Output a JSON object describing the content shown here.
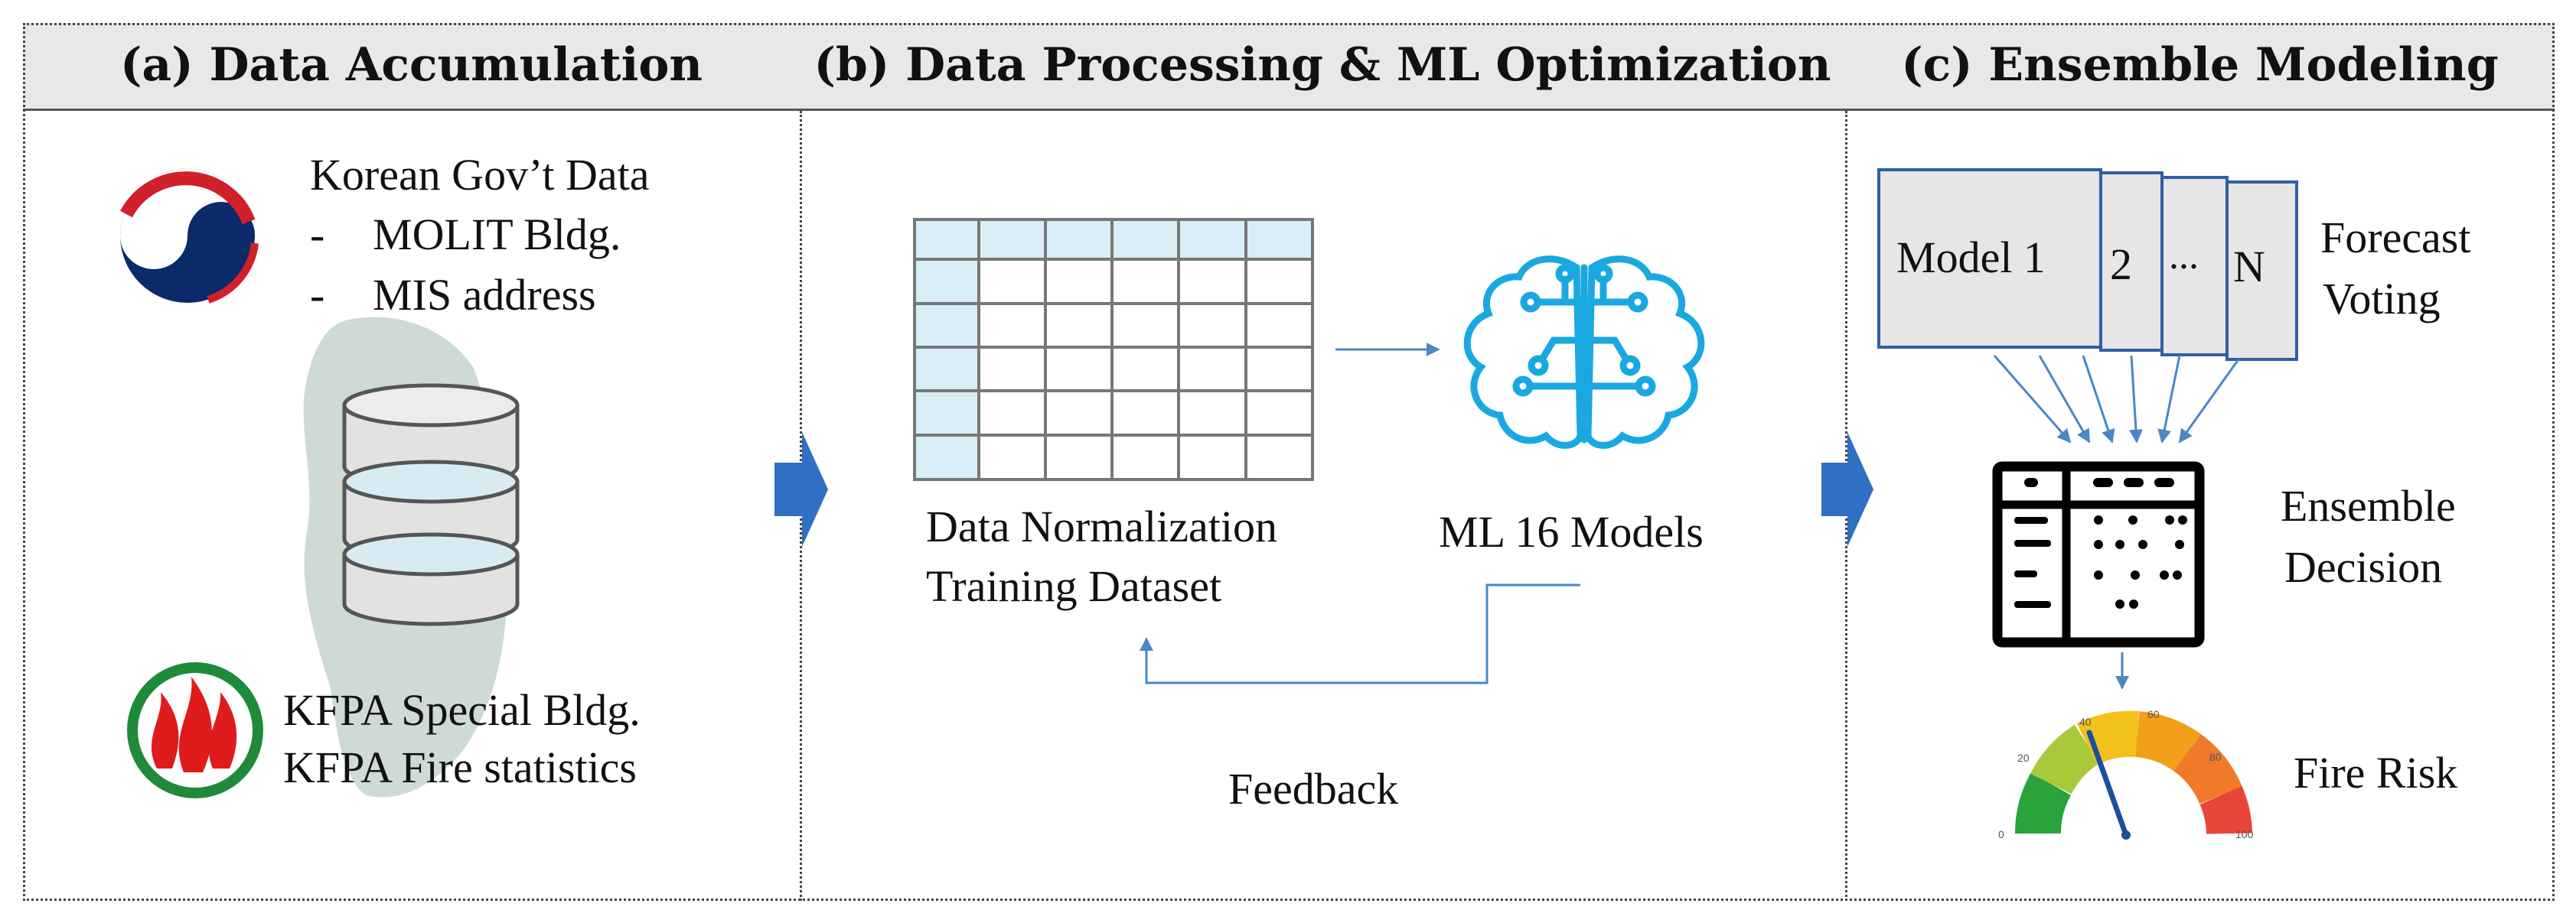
{
  "panels": {
    "a_title": "(a) Data Accumulation",
    "b_title": "(b) Data Processing & ML Optimization",
    "c_title": "(c) Ensemble Modeling"
  },
  "accumulation": {
    "gov_data": "Korean Gov’t Data",
    "gov_item_1_dash": "-",
    "gov_item_1": "MOLIT Bldg.",
    "gov_item_2_dash": "-",
    "gov_item_2": "MIS address",
    "kfpa_1": "KFPA Special Bldg.",
    "kfpa_2": "KFPA Fire statistics"
  },
  "processing": {
    "dataset_1": "Data Normalization",
    "dataset_2": "Training  Dataset",
    "ml_models": "ML 16 Models",
    "feedback": "Feedback"
  },
  "ensemble": {
    "model_1": "Model 1",
    "model_2": "2",
    "model_dots": "...",
    "model_n": "N",
    "forecast_1": "Forecast",
    "forecast_2": "Voting",
    "decision_1": "Ensemble",
    "decision_2": "Decision",
    "fire_risk": "Fire Risk",
    "gauge_ticks": [
      "0",
      "20",
      "40",
      "60",
      "80",
      "100"
    ]
  },
  "colors": {
    "arrow_blue": "#2f6fc4",
    "line_blue": "#4a86c8",
    "table_header_fill": "#d8edf6",
    "brain_blue": "#1aa8e0",
    "map_fill": "#c9d6cf",
    "panel_header_bg": "#e8e8e8"
  }
}
